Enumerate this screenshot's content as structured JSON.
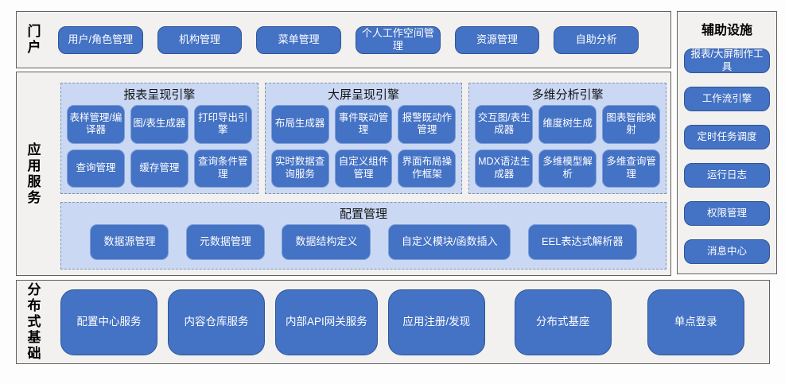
{
  "colors": {
    "accent_blue": "#4472c4",
    "button_border_dark": "#2f5597",
    "button_border_light": "#7d9fd9",
    "panel_fill": "#cad8f4",
    "panel_dash_border": "#8193ad",
    "section_fill": "#f2f1ef",
    "section_border": "#616161"
  },
  "portal": {
    "label": "门户",
    "buttons": [
      "用户/角色管理",
      "机构管理",
      "菜单管理",
      "个人工作空间管理",
      "资源管理",
      "自助分析"
    ]
  },
  "app_services": {
    "label": "应用服务",
    "engines": [
      {
        "title": "报表呈现引擎",
        "buttons": [
          "表样管理/编译器",
          "图/表生成器",
          "打印导出引擎",
          "查询管理",
          "缓存管理",
          "查询条件管理"
        ]
      },
      {
        "title": "大屏呈现引擎",
        "buttons": [
          "布局生成器",
          "事件联动管理",
          "报警既动作管理",
          "实时数据查询服务",
          "自定义组件管理",
          "界面布局操作框架"
        ]
      },
      {
        "title": "多维分析引擎",
        "buttons": [
          "交互图/表生成器",
          "维度树生成",
          "图表智能映射",
          "MDX语法生成器",
          "多维模型解析",
          "多维查询管理"
        ]
      }
    ],
    "config": {
      "title": "配置管理",
      "buttons": [
        "数据源管理",
        "元数据管理",
        "数据结构定义",
        "自定义模块/函数插入",
        "EEL表达式解析器"
      ]
    }
  },
  "auxiliary": {
    "title": "辅助设施",
    "buttons": [
      "报表/大屏制作工具",
      "工作流引擎",
      "定时任务调度",
      "运行日志",
      "权限管理",
      "消息中心"
    ]
  },
  "distributed": {
    "label": "分布式基础",
    "buttons": [
      "配置中心服务",
      "内容仓库服务",
      "内部API网关服务",
      "应用注册/发现",
      "分布式基座",
      "单点登录"
    ]
  }
}
